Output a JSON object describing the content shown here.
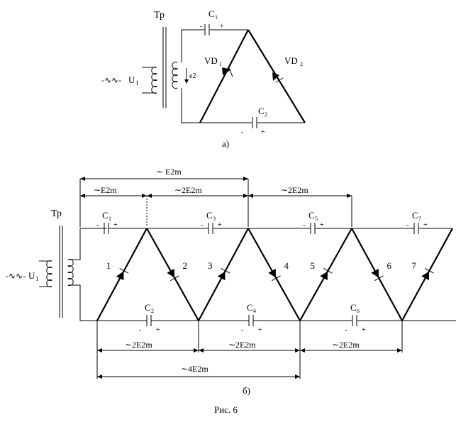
{
  "figure_a": {
    "transformer_label": "Тр",
    "source_tilde": "-∿∿-",
    "source_label": "U",
    "source_sub": "1",
    "winding_emf": "e2",
    "c1": "C",
    "c1_sub": "1",
    "c2": "C",
    "c2_sub": "2",
    "vd1": "VD",
    "vd1_sub": "1",
    "vd2": "VD",
    "vd2_sub": "2",
    "minus": "-",
    "plus": "+",
    "caption": "а)"
  },
  "figure_b": {
    "transformer_label": "Тр",
    "source_tilde": "-∿∿-",
    "source_label": "U",
    "source_sub": "1",
    "dim_top_full": "∼ E2m",
    "dim_top_1": "∼E2m",
    "dim_top_2": "∼2E2m",
    "dim_top_3": "∼2E2m",
    "dim_bot_1": "∼2E2m",
    "dim_bot_2": "∼2E2m",
    "dim_bot_3": "∼2E2m",
    "dim_bot_full": "∼4E2m",
    "top_caps": [
      {
        "label": "C",
        "sub": "1"
      },
      {
        "label": "C",
        "sub": "3"
      },
      {
        "label": "C",
        "sub": "5"
      },
      {
        "label": "C",
        "sub": "7"
      }
    ],
    "bottom_caps": [
      {
        "label": "C",
        "sub": "2"
      },
      {
        "label": "C",
        "sub": "4"
      },
      {
        "label": "C",
        "sub": "6"
      }
    ],
    "diodes": [
      "1",
      "2",
      "3",
      "4",
      "5",
      "6",
      "7"
    ],
    "minus": "-",
    "plus": "+",
    "caption": "б)"
  },
  "figure_caption": "Рис. 6"
}
